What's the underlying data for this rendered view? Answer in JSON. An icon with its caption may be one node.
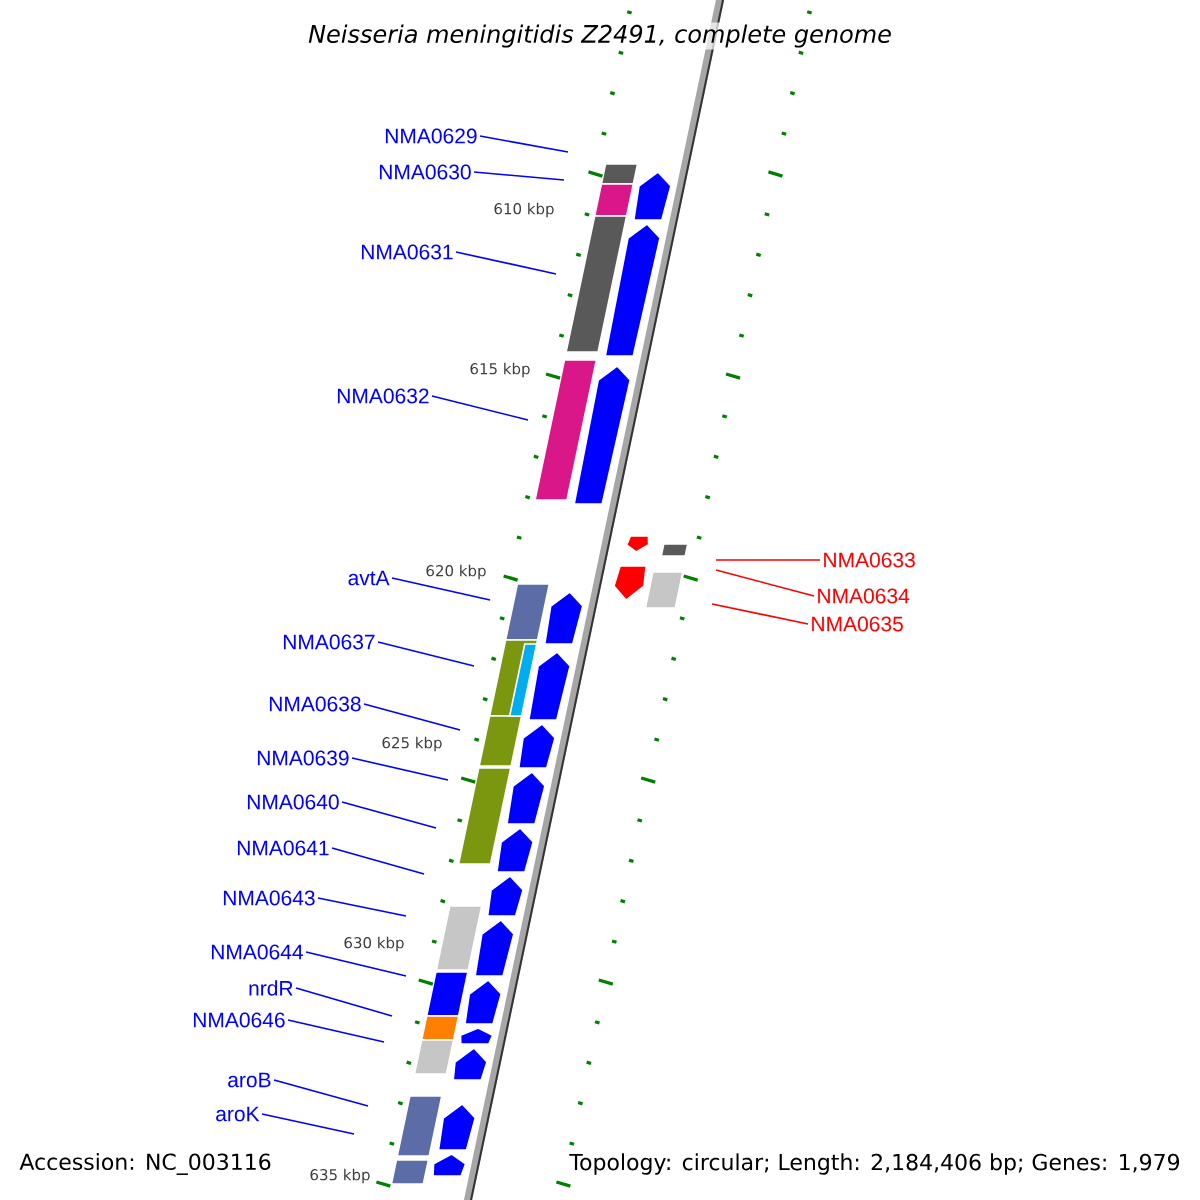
{
  "diagram": {
    "title": "Neisseria meningitidis Z2491, complete genome",
    "nodes": [
      {
        "text": [
          "NMA0629"
        ]
      },
      {
        "text": [
          "NMA0630"
        ]
      },
      {
        "text": [
          "NMA0631"
        ]
      },
      {
        "text": [
          "NMA0632"
        ]
      },
      {
        "text": [
          "NMA0633"
        ]
      },
      {
        "text": [
          "NMA0634"
        ]
      },
      {
        "text": [
          "NMA0635"
        ]
      },
      {
        "text": [
          "avtA"
        ]
      },
      {
        "text": [
          "NMA0637"
        ]
      },
      {
        "text": [
          "NMA0638"
        ]
      },
      {
        "text": [
          "NMA0639"
        ]
      },
      {
        "text": [
          "NMA0640"
        ]
      },
      {
        "text": [
          "NMA0641"
        ]
      },
      {
        "text": [
          "NMA0643"
        ]
      },
      {
        "text": [
          "NMA0644"
        ]
      },
      {
        "text": [
          "nrdR"
        ]
      },
      {
        "text": [
          "NMA0646"
        ]
      },
      {
        "text": [
          "aroB"
        ]
      },
      {
        "text": [
          "aroK"
        ]
      }
    ],
    "edges": [
      {
        "from": 0,
        "to": null,
        "arrow": "none"
      },
      {
        "from": 1,
        "to": null,
        "arrow": "none"
      },
      {
        "from": 2,
        "to": null,
        "arrow": "none"
      },
      {
        "from": 3,
        "to": null,
        "arrow": "none"
      },
      {
        "from": 4,
        "to": null,
        "arrow": "none",
        "color": "#ff0000"
      },
      {
        "from": 5,
        "to": null,
        "arrow": "none",
        "color": "#ff0000"
      },
      {
        "from": 6,
        "to": null,
        "arrow": "none",
        "color": "#ff0000"
      },
      {
        "from": 7,
        "to": null,
        "arrow": "none"
      },
      {
        "from": 8,
        "to": null,
        "arrow": "none"
      },
      {
        "from": 9,
        "to": null,
        "arrow": "none"
      },
      {
        "from": 10,
        "to": null,
        "arrow": "none"
      },
      {
        "from": 11,
        "to": null,
        "arrow": "none"
      },
      {
        "from": 12,
        "to": null,
        "arrow": "none"
      },
      {
        "from": 13,
        "to": null,
        "arrow": "none"
      },
      {
        "from": 14,
        "to": null,
        "arrow": "none"
      },
      {
        "from": 15,
        "to": null,
        "arrow": "none"
      },
      {
        "from": 16,
        "to": null,
        "arrow": "none"
      },
      {
        "from": 17,
        "to": null,
        "arrow": "none"
      },
      {
        "from": 18,
        "to": null,
        "arrow": "none"
      }
    ],
    "labels": [
      "610 kbp",
      "615 kbp",
      "620 kbp",
      "625 kbp",
      "630 kbp",
      "635 kbp",
      "Accession: NC_003116",
      "Topology: circular; Length: 2,184,406 bp; Genes: 1,979"
    ]
  }
}
